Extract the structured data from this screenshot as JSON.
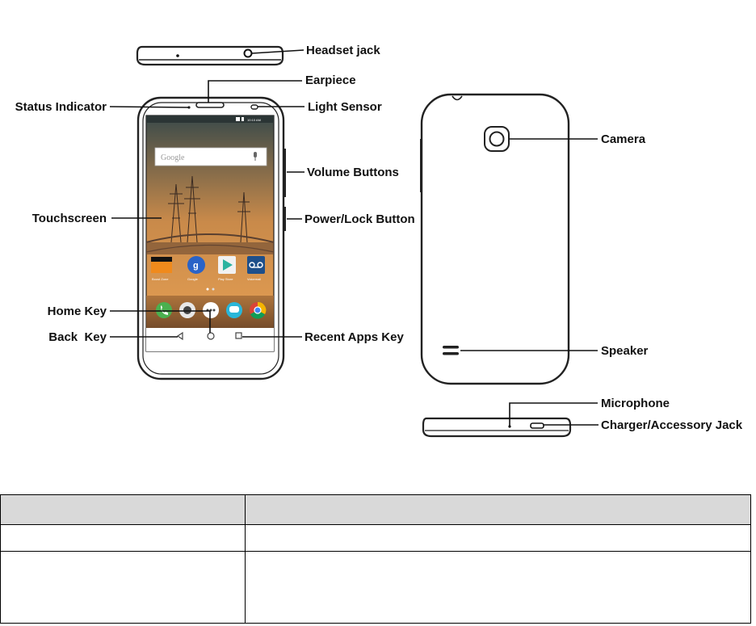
{
  "callouts": {
    "headset_jack": "Headset jack",
    "earpiece": "Earpiece",
    "status_indicator": "Status Indicator",
    "light_sensor": "Light Sensor",
    "volume_buttons": "Volume Buttons",
    "touchscreen": "Touchscreen",
    "power_lock_button": "Power/Lock Button",
    "home_key": "Home Key",
    "back_key": "Back  Key",
    "recent_apps_key": "Recent Apps Key",
    "camera": "Camera",
    "speaker": "Speaker",
    "microphone": "Microphone",
    "charger_jack": "Charger/Accessory Jack"
  },
  "screen": {
    "clock": "10:10 AM",
    "search_placeholder": "Google",
    "apps": [
      "Boost Zone",
      "Google",
      "Play Store",
      "Voicemail"
    ]
  },
  "colors": {
    "sky_top": "#3a4a4a",
    "sky_bottom": "#e9a254",
    "google_blue": "#2a63c7",
    "phone_green": "#4bb04f",
    "messenger_cyan": "#29b6d9"
  },
  "table": {
    "headers": [
      "",
      ""
    ],
    "rows": [
      [
        "",
        ""
      ],
      [
        "",
        ""
      ]
    ]
  }
}
